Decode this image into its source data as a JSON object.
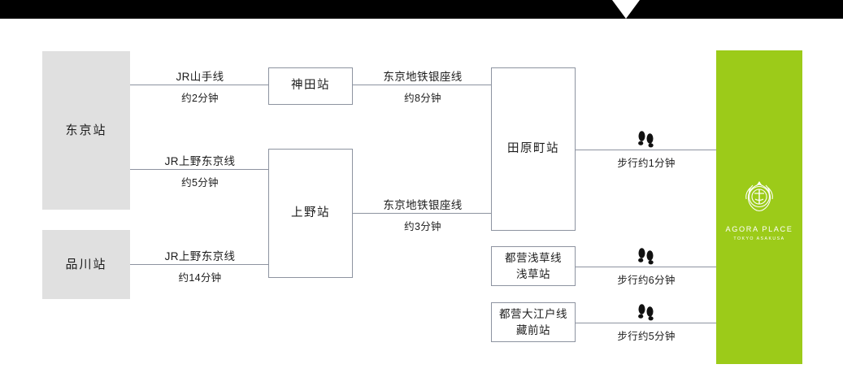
{
  "page": {
    "title": "交通方式图",
    "colors": {
      "topbar": "#000000",
      "brand_green": "#9ccb19",
      "station_gray": "#e0e0e0",
      "line_gray": "#8d93a0",
      "text": "#1c1c1c"
    }
  },
  "origins": [
    {
      "id": "tokyo",
      "label": "东京站"
    },
    {
      "id": "shinagawa",
      "label": "品川站"
    }
  ],
  "transfer_nodes": [
    {
      "id": "kanda",
      "label": "神田站"
    },
    {
      "id": "ueno",
      "label": "上野站"
    },
    {
      "id": "tawaramachi",
      "label": "田原町站"
    }
  ],
  "terminal_nodes": [
    {
      "id": "asakusa",
      "line": "都营浅草线",
      "station": "浅草站"
    },
    {
      "id": "kuramae",
      "line": "都营大江户线",
      "station": "藏前站"
    }
  ],
  "edges": [
    {
      "id": "tokyo-kanda",
      "line": "JR山手线",
      "time": "约2分钟"
    },
    {
      "id": "kanda-tawaramachi",
      "line": "东京地铁银座线",
      "time": "约8分钟"
    },
    {
      "id": "tokyo-ueno",
      "line": "JR上野东京线",
      "time": "约5分钟"
    },
    {
      "id": "ueno-tawaramachi",
      "line": "东京地铁银座线",
      "time": "约3分钟"
    },
    {
      "id": "shinagawa-ueno",
      "line": "JR上野东京线",
      "time": "约14分钟"
    }
  ],
  "walks": [
    {
      "id": "walk-tawaramachi",
      "icon": "footprints-icon",
      "text": "步行约1分钟"
    },
    {
      "id": "walk-asakusa",
      "icon": "footprints-icon",
      "text": "步行约6分钟"
    },
    {
      "id": "walk-kuramae",
      "icon": "footprints-icon",
      "text": "步行约5分钟"
    }
  ],
  "destination": {
    "name": "AGORA PLACE",
    "sub": "TOKYO ASAKUSA",
    "emblem": "crest-icon"
  }
}
